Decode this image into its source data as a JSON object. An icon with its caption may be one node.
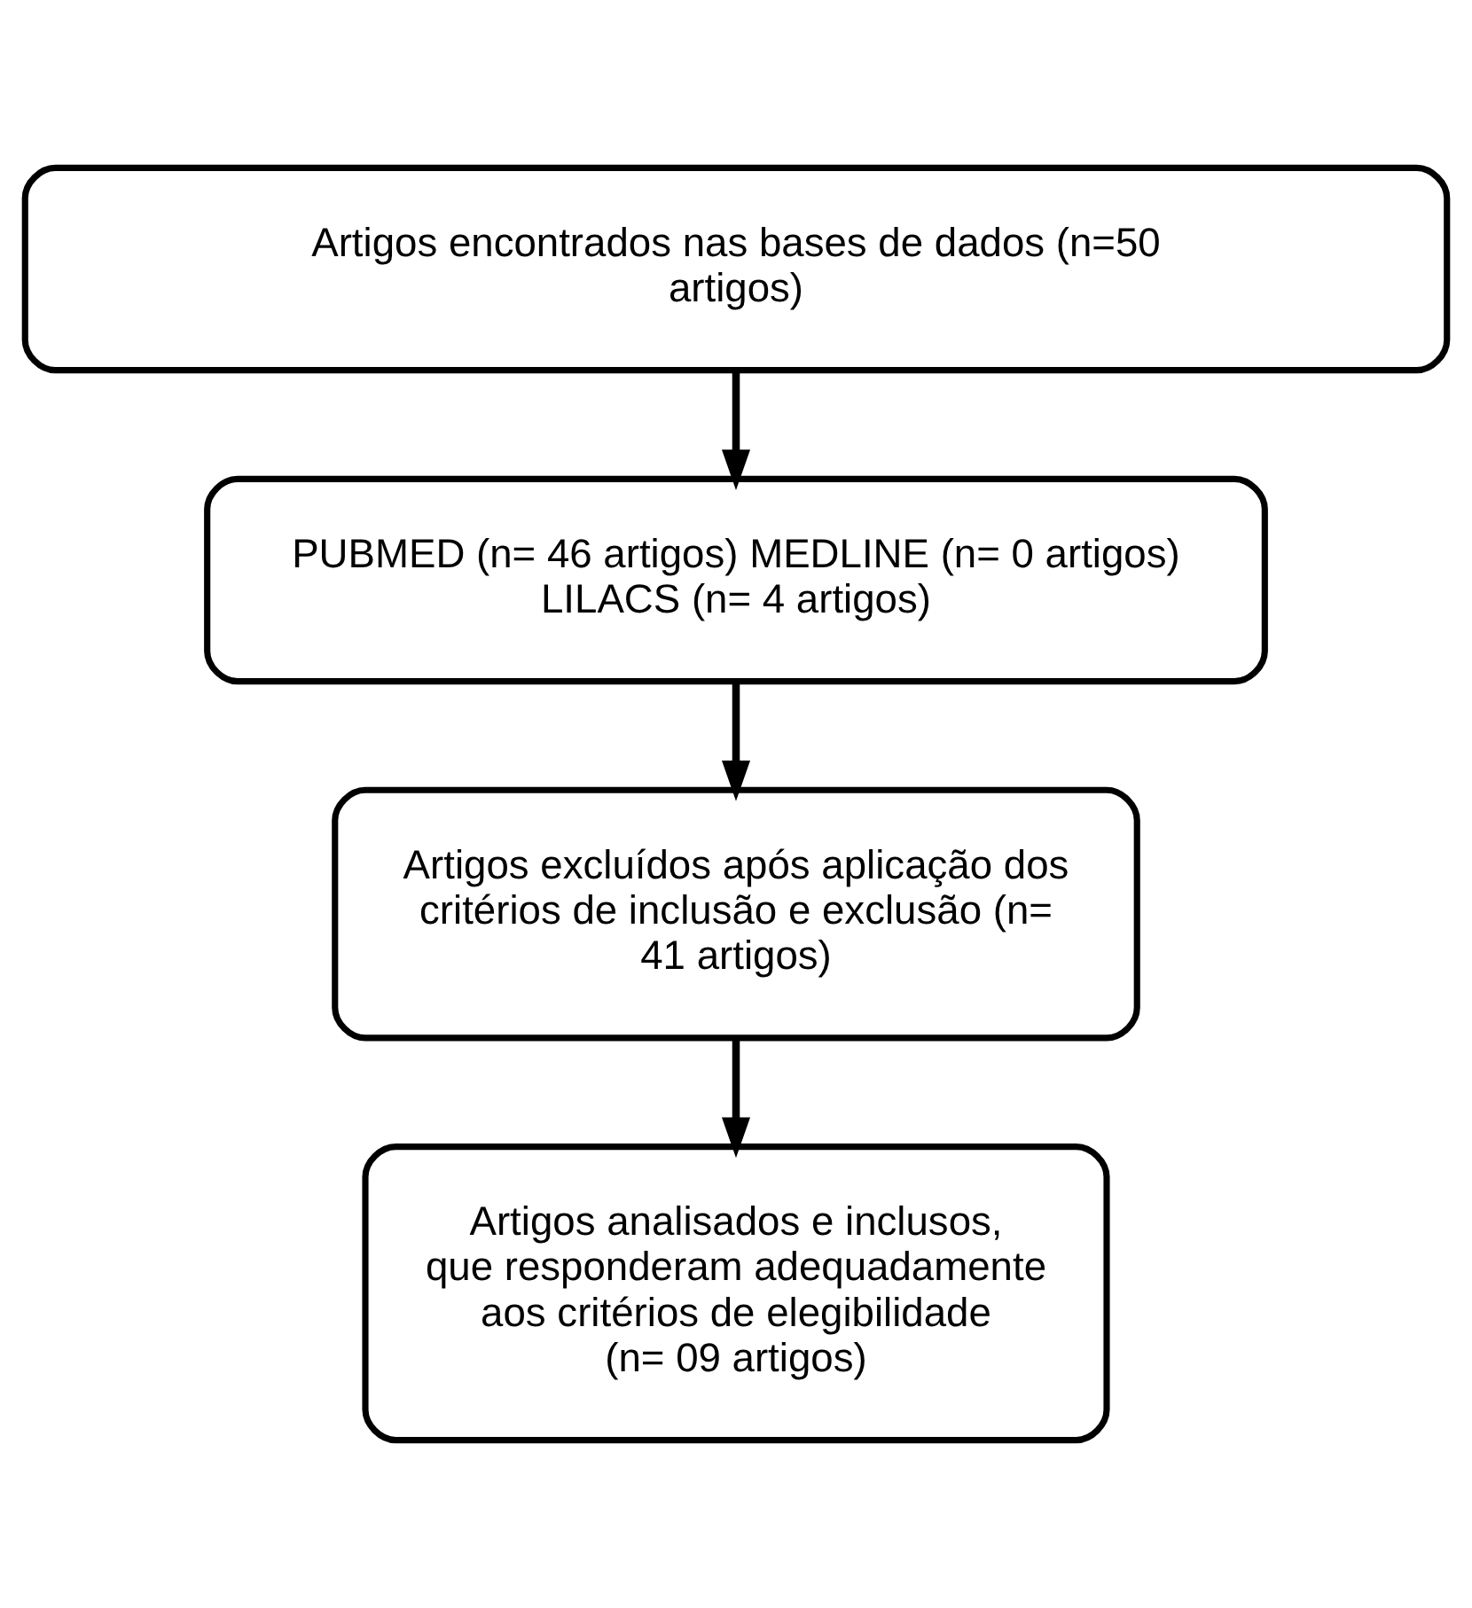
{
  "diagram": {
    "nodes": [
      {
        "text": [
          "Artigos encontrados nas bases de dados (n=50 artigos)"
        ]
      },
      {
        "text": [
          "PUBMED (n= 46 artigos) MEDLINE (n= 0 artigos) LILACS (n= 4 artigos)"
        ]
      },
      {
        "text": [
          "Artigos excluídos após aplicação dos critérios de inclusão e exclusão (n= 41 artigos)"
        ]
      },
      {
        "text": [
          "Artigos analisados e inclusos, que responderam adequadamente aos critérios de elegibilidade (n= 09 artigos)"
        ]
      }
    ],
    "edges": [
      {
        "from": 0,
        "to": 1,
        "arrow": "to"
      },
      {
        "from": 1,
        "to": 2,
        "arrow": "to"
      },
      {
        "from": 2,
        "to": 3,
        "arrow": "to"
      }
    ]
  }
}
